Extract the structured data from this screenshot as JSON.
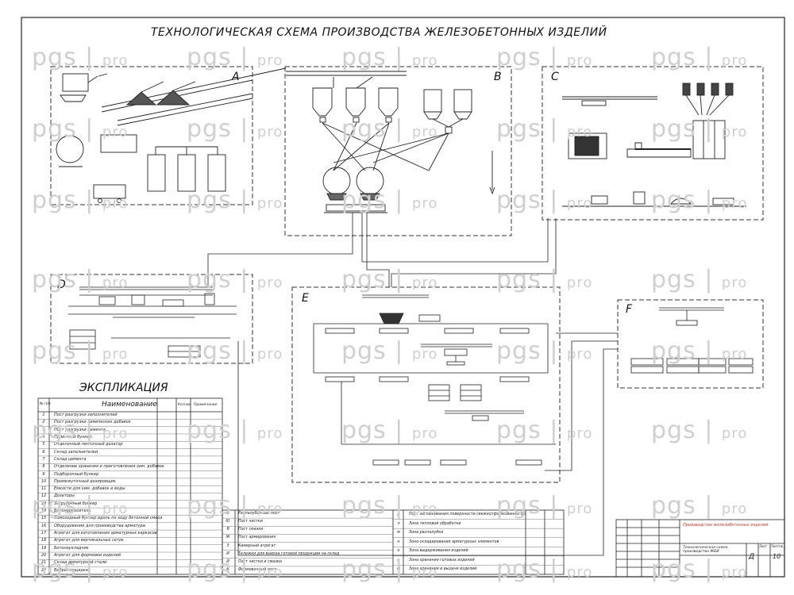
{
  "title": "ТЕХНОЛОГИЧЕСКАЯ СХЕМА ПРОИЗВОДСТВА ЖЕЛЕЗОБЕТОННЫХ ИЗДЕЛИЙ",
  "zones": [
    "A",
    "B",
    "C",
    "D",
    "E",
    "F"
  ],
  "explication": {
    "title": "ЭКСПЛИКАЦИЯ",
    "header": {
      "num": "№ п/п",
      "name": "Наименование",
      "col3": "Кол.во",
      "col4": "Примечание"
    },
    "rows": [
      {
        "n": "1",
        "t": "Пост разгрузки заполнителей"
      },
      {
        "n": "2",
        "t": "Пост разгрузки химических добавок"
      },
      {
        "n": "3",
        "t": "Пост разгрузки цемента"
      },
      {
        "n": "4",
        "t": "Приемный бункер"
      },
      {
        "n": "5",
        "t": "Отделочный ленточный дозатор"
      },
      {
        "n": "6",
        "t": "Склад заполнителей"
      },
      {
        "n": "7",
        "t": "Склад цемента"
      },
      {
        "n": "8",
        "t": "Отделение хранения и приготовления хим. добавок"
      },
      {
        "n": "9",
        "t": "Подборочный бункер"
      },
      {
        "n": "10",
        "t": "Промежуточный дозировщик"
      },
      {
        "n": "11",
        "t": "Емкости для хим. добавок и воды"
      },
      {
        "n": "12",
        "t": "Дозаторы"
      },
      {
        "n": "13",
        "t": "Загрузочный бункер"
      },
      {
        "n": "14",
        "t": "Бетоносмеситель"
      },
      {
        "n": "15",
        "t": "Самоходный бункер вдоль по ходу бетонной смеси"
      },
      {
        "n": "16",
        "t": "Оборудование для производства арматуры"
      },
      {
        "n": "17",
        "t": "Агрегат для изготовления арматурных каркасов"
      },
      {
        "n": "18",
        "t": "Агрегат для вертикальных сеток"
      },
      {
        "n": "19",
        "t": "Бетоноукладчик"
      },
      {
        "n": "20",
        "t": "Агрегат для формовки изделий"
      },
      {
        "n": "21",
        "t": "Склад арматурной стали"
      },
      {
        "n": "22",
        "t": "Виброплощадка"
      }
    ]
  },
  "table2": {
    "rows": [
      {
        "n": "Э",
        "t": "Распалубочный пост"
      },
      {
        "n": "Ю",
        "t": "Пост чистки"
      },
      {
        "n": "Я",
        "t": "Пост смазки"
      },
      {
        "n": "Ж",
        "t": "Пост армирования"
      },
      {
        "n": "З",
        "t": "Камерный агрегат"
      },
      {
        "n": "И",
        "t": "Тележки для вывоза готовой продукции на склад"
      },
      {
        "n": "Й",
        "t": "Пост чистки и смазки"
      },
      {
        "n": "К",
        "t": "Формовочный пост"
      }
    ]
  },
  "table3": {
    "rows": [
      {
        "n": "р",
        "t": "Пост заглаживания поверхности свежеотформованного изделия"
      },
      {
        "n": "л",
        "t": "Зона тепловой обработки"
      },
      {
        "n": "м",
        "t": "Зона распалубки"
      },
      {
        "n": "н",
        "t": "Зона складирования арматурных элементов"
      },
      {
        "n": "о",
        "t": "Зона выдерживания изделий"
      },
      {
        "n": "п",
        "t": "Зона хранения готовых изделий"
      },
      {
        "n": "ф",
        "t": "Зона хранения и выдачи изделий"
      }
    ]
  },
  "stamp": {
    "red_line1": "Производство железобетонных изделий",
    "doc": "Технологическая схема производства ЖБИ",
    "stage": "Д",
    "sheet": "10",
    "sheet_label": "Лист",
    "sheets_label": "Листов"
  },
  "watermark": {
    "main": "pgs",
    "suffix": "pro"
  },
  "colors": {
    "line": "#222222",
    "watermark": "#cfcfcf",
    "stamp_red": "#c0392b"
  }
}
